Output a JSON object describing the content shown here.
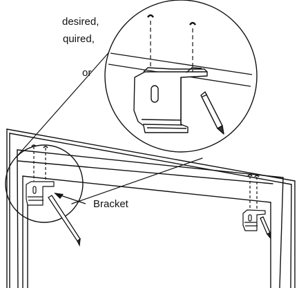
{
  "text_fragments": [
    "desired,",
    "quired,",
    "or"
  ],
  "callout_label": "Bracket",
  "colors": {
    "ink": "#111111",
    "background": "#ffffff",
    "pencil_tip": "#333333"
  },
  "icons": [
    "screw-icon",
    "bracket-icon",
    "pencil-icon"
  ]
}
